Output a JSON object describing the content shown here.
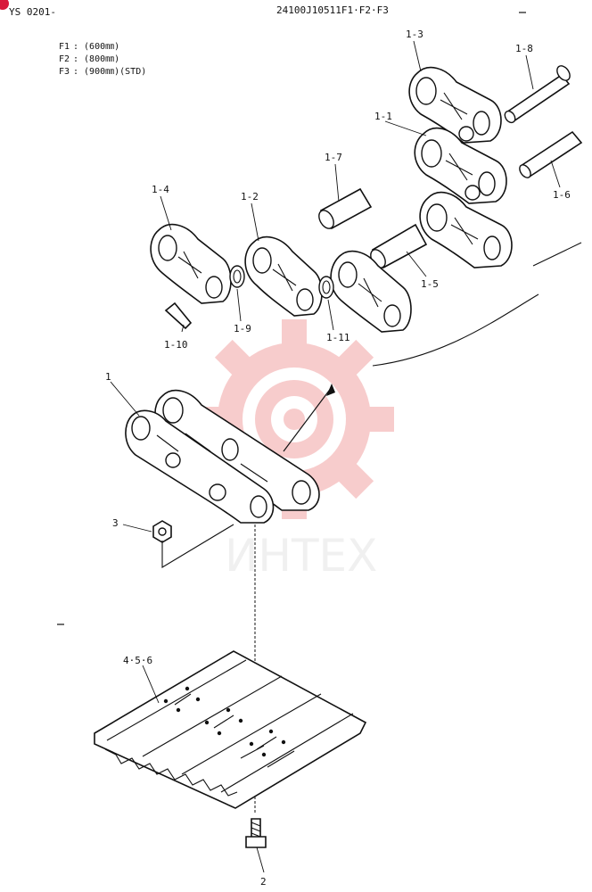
{
  "header": {
    "doc_code": "YS 0201-",
    "part_number": "24100J10511F1·F2·F3"
  },
  "legend": [
    {
      "code": "F1",
      "spec": ": (600㎜)"
    },
    {
      "code": "F2",
      "spec": ": (800㎜)"
    },
    {
      "code": "F3",
      "spec": ": (900㎜)(STD)"
    }
  ],
  "callouts": {
    "c1": "1",
    "c1_1": "1-1",
    "c1_2": "1-2",
    "c1_3": "1-3",
    "c1_4": "1-4",
    "c1_5": "1-5",
    "c1_6": "1-6",
    "c1_7": "1-7",
    "c1_8": "1-8",
    "c1_9": "1-9",
    "c1_10": "1-10",
    "c1_11": "1-11",
    "c2": "2",
    "c3": "3",
    "c4": "4·5·6"
  },
  "watermark": {
    "text": "ИНТЕХ",
    "color": "#e85a5a"
  },
  "colors": {
    "ink": "#111111",
    "corner_mark": "#d81b3c"
  }
}
